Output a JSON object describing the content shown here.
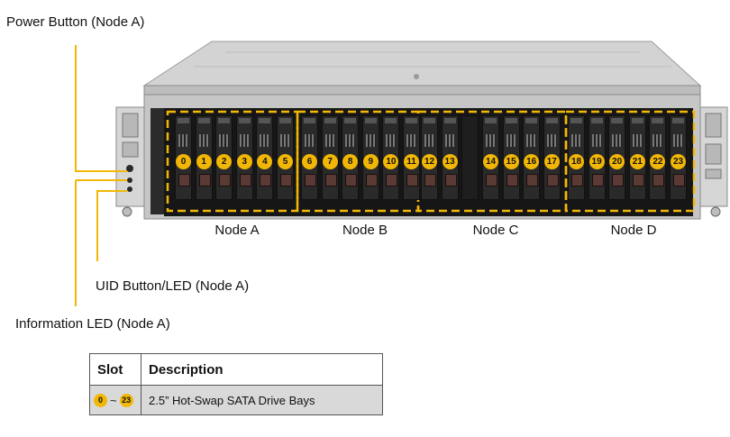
{
  "callouts": {
    "power": "Power Button (Node A)",
    "uid": "UID  Button/LED  (Node A)",
    "info": "Information  LED (Node A)"
  },
  "nodes": [
    "Node A",
    "Node B",
    "Node C",
    "Node D"
  ],
  "slots": [
    "0",
    "1",
    "2",
    "3",
    "4",
    "5",
    "6",
    "7",
    "8",
    "9",
    "10",
    "11",
    "12",
    "13",
    "14",
    "15",
    "16",
    "17",
    "18",
    "19",
    "20",
    "21",
    "22",
    "23"
  ],
  "table": {
    "headers": [
      "Slot",
      "Description"
    ],
    "row": {
      "from": "0",
      "sep": "~",
      "to": "23",
      "description": "2.5” Hot-Swap SATA Drive Bays"
    }
  },
  "colors": {
    "accent": "#f2b705",
    "chassis": "#c8c8c8",
    "bay": "#2a2a2a"
  }
}
